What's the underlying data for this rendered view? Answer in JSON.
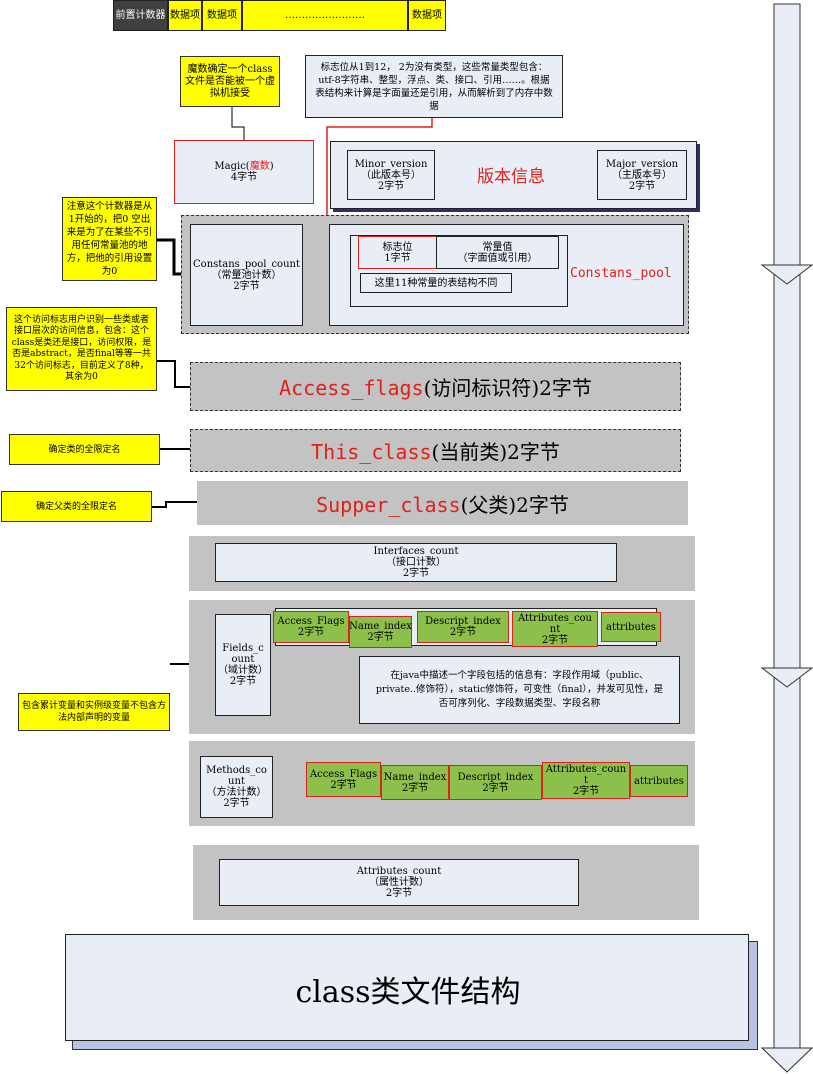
{
  "header_row": {
    "counter": "前置计数器",
    "item1": "数据项",
    "item2": "数据项",
    "dots": "……………………",
    "item3": "数据项"
  },
  "notes": {
    "magic": "魔数确定一个class文件是否能被一个虚拟机接受",
    "flags": "标志位从1到12， 2为没有类型，这些常量类型包含：utf-8字符串、整型，浮点、类、接口、引用……。根据表结构来计算是字面量还是引用，从而解析到了内存中数据",
    "counter": "注意这个计数器是从1开始的，把0 空出来是为了在某些不引用任何常量池的地方，把他的引用设置为0",
    "access": "这个访问标志用户识别一些类或者接口层次的访问信息，包含：这个class是类还是接口，访问权限，是否是abstract，是否final等等一共32个访问标志，目前定义了8种，其余为0",
    "this_class": "确定类的全限定名",
    "super_class": "确定父类的全限定名",
    "fields": "包含累计变量和实例级变量不包含方法内部声明的变量"
  },
  "magic": {
    "name": "Magic(",
    "red": "魔数",
    "close": ")",
    "size": "4字节"
  },
  "version": {
    "minor": {
      "name": "Minor_version",
      "desc": "（此版本号）",
      "size": "2字节"
    },
    "title": "版本信息",
    "major": {
      "name": "Major_version",
      "desc": "（主版本号）",
      "size": "2字节"
    }
  },
  "pool": {
    "count": {
      "name": "Constans_pool_count",
      "desc": "（常量池计数）",
      "size": "2字节"
    },
    "flag": {
      "name": "标志位",
      "size": "1字节"
    },
    "value": {
      "name": "常量值",
      "desc": "（字面值或引用）"
    },
    "note": "这里11种常量的表结构不同",
    "title": "Constans_pool"
  },
  "access_flags": {
    "en": "Access_flags",
    "cn": "(访问标识符)2字节"
  },
  "this_class": {
    "en": "This_class",
    "cn": "(当前类)2字节"
  },
  "super_class": {
    "en": "Supper_class",
    "cn": "(父类)2字节"
  },
  "interfaces": {
    "name": "Interfaces_count",
    "desc": "（接口计数）",
    "size": "2字节"
  },
  "fields": {
    "count": {
      "name": "Fields_count",
      "desc": "（域计数）",
      "size": "2字节"
    },
    "cells": [
      {
        "name": "Access_Flags",
        "size": "2字节"
      },
      {
        "name": "Name_index",
        "size": "2字节"
      },
      {
        "name": "Descript_index",
        "size": "2字节"
      },
      {
        "name": "Attributes_count",
        "size": "2字节"
      },
      {
        "name": "attributes",
        "size": ""
      }
    ],
    "desc": "在java中描述一个字段包括的信息有：字段作用域（public、private..修饰符），static修饰符，可变性（final），并发可见性，是否可序列化、字段数据类型、字段名称"
  },
  "methods": {
    "count": {
      "name": "Methods_count",
      "desc": "（方法计数）",
      "size": "2字节"
    },
    "cells": [
      {
        "name": "Access_Flags",
        "size": "2字节"
      },
      {
        "name": "Name_index",
        "size": "2字节"
      },
      {
        "name": "Descript_index",
        "size": "2字节"
      },
      {
        "name": "Attributes_count",
        "size": "2字节"
      },
      {
        "name": "attributes",
        "size": ""
      }
    ]
  },
  "attributes": {
    "name": "Attributes_count",
    "desc": "（属性计数）",
    "size": "2字节"
  },
  "footer": {
    "title": "class类文件结构"
  },
  "colors": {
    "red": "#e0201b",
    "yellow": "#ffff00",
    "green": "#8cc04b",
    "grey": "#c3c3c3",
    "light": "#e9edf6"
  }
}
